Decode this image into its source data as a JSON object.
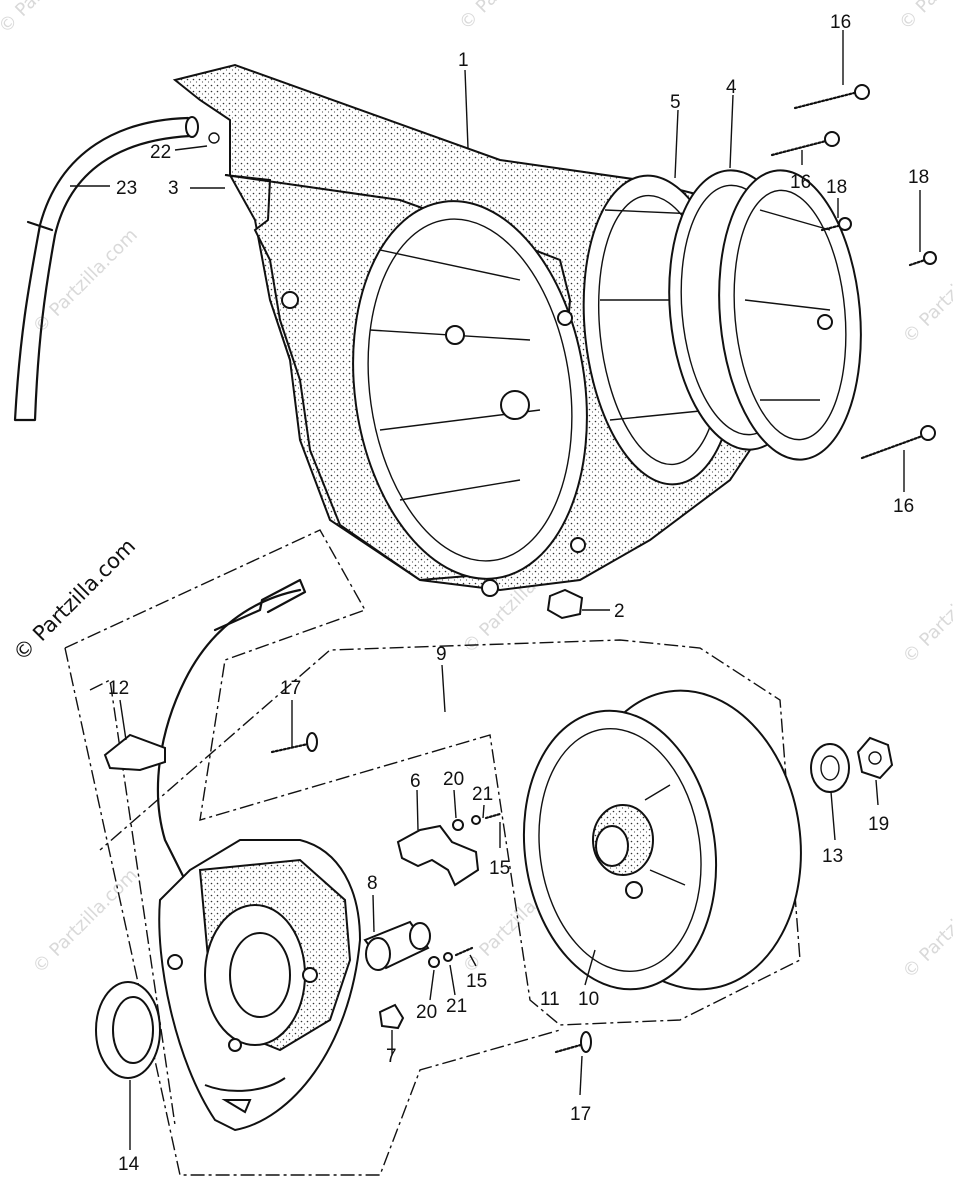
{
  "watermark": {
    "main": "© Partzilla.com",
    "faint": "© Partzilla.com"
  },
  "callouts": {
    "n1": "1",
    "n2": "2",
    "n3": "3",
    "n4": "4",
    "n5": "5",
    "n6": "6",
    "n7": "7",
    "n8": "8",
    "n9": "9",
    "n10": "10",
    "n11": "11",
    "n12": "12",
    "n13": "13",
    "n14": "14",
    "n15a": "15",
    "n15b": "15",
    "n16a": "16",
    "n16b": "16",
    "n16c": "16",
    "n17a": "17",
    "n17b": "17",
    "n18a": "18",
    "n18b": "18",
    "n19": "19",
    "n20a": "20",
    "n20b": "20",
    "n21a": "21",
    "n21b": "21",
    "n22": "22",
    "n23": "23"
  }
}
